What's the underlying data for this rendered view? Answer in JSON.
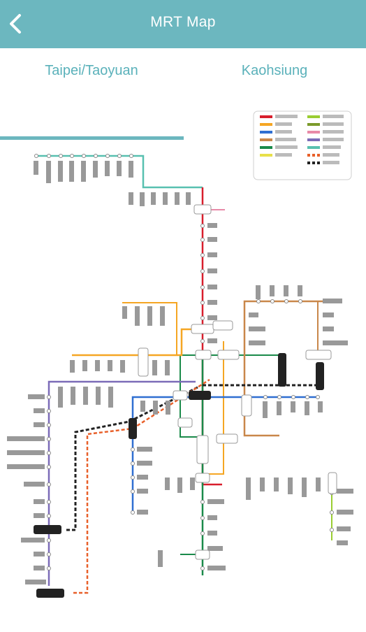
{
  "app": {
    "title": "MRT Map"
  },
  "tabs": [
    {
      "label": "Taipei/Taoyuan",
      "selected": true
    },
    {
      "label": "Kaohsiung",
      "selected": false
    }
  ],
  "colors": {
    "appbar": "#6cb7bf",
    "tab_text": "#5ab1ba",
    "red_line": "#d81e2c",
    "orange_line": "#f5a623",
    "blue_line": "#2f6fd1",
    "green_line": "#1a8a4a",
    "brown_line": "#c9874a",
    "purple_line": "#7b6bb8",
    "teal_line": "#58c0b0",
    "lime_line": "#9acd32",
    "yellow_line": "#e8e04a",
    "pink_line": "#e88aa8"
  },
  "icons": {
    "back": "chevron-left-icon"
  }
}
